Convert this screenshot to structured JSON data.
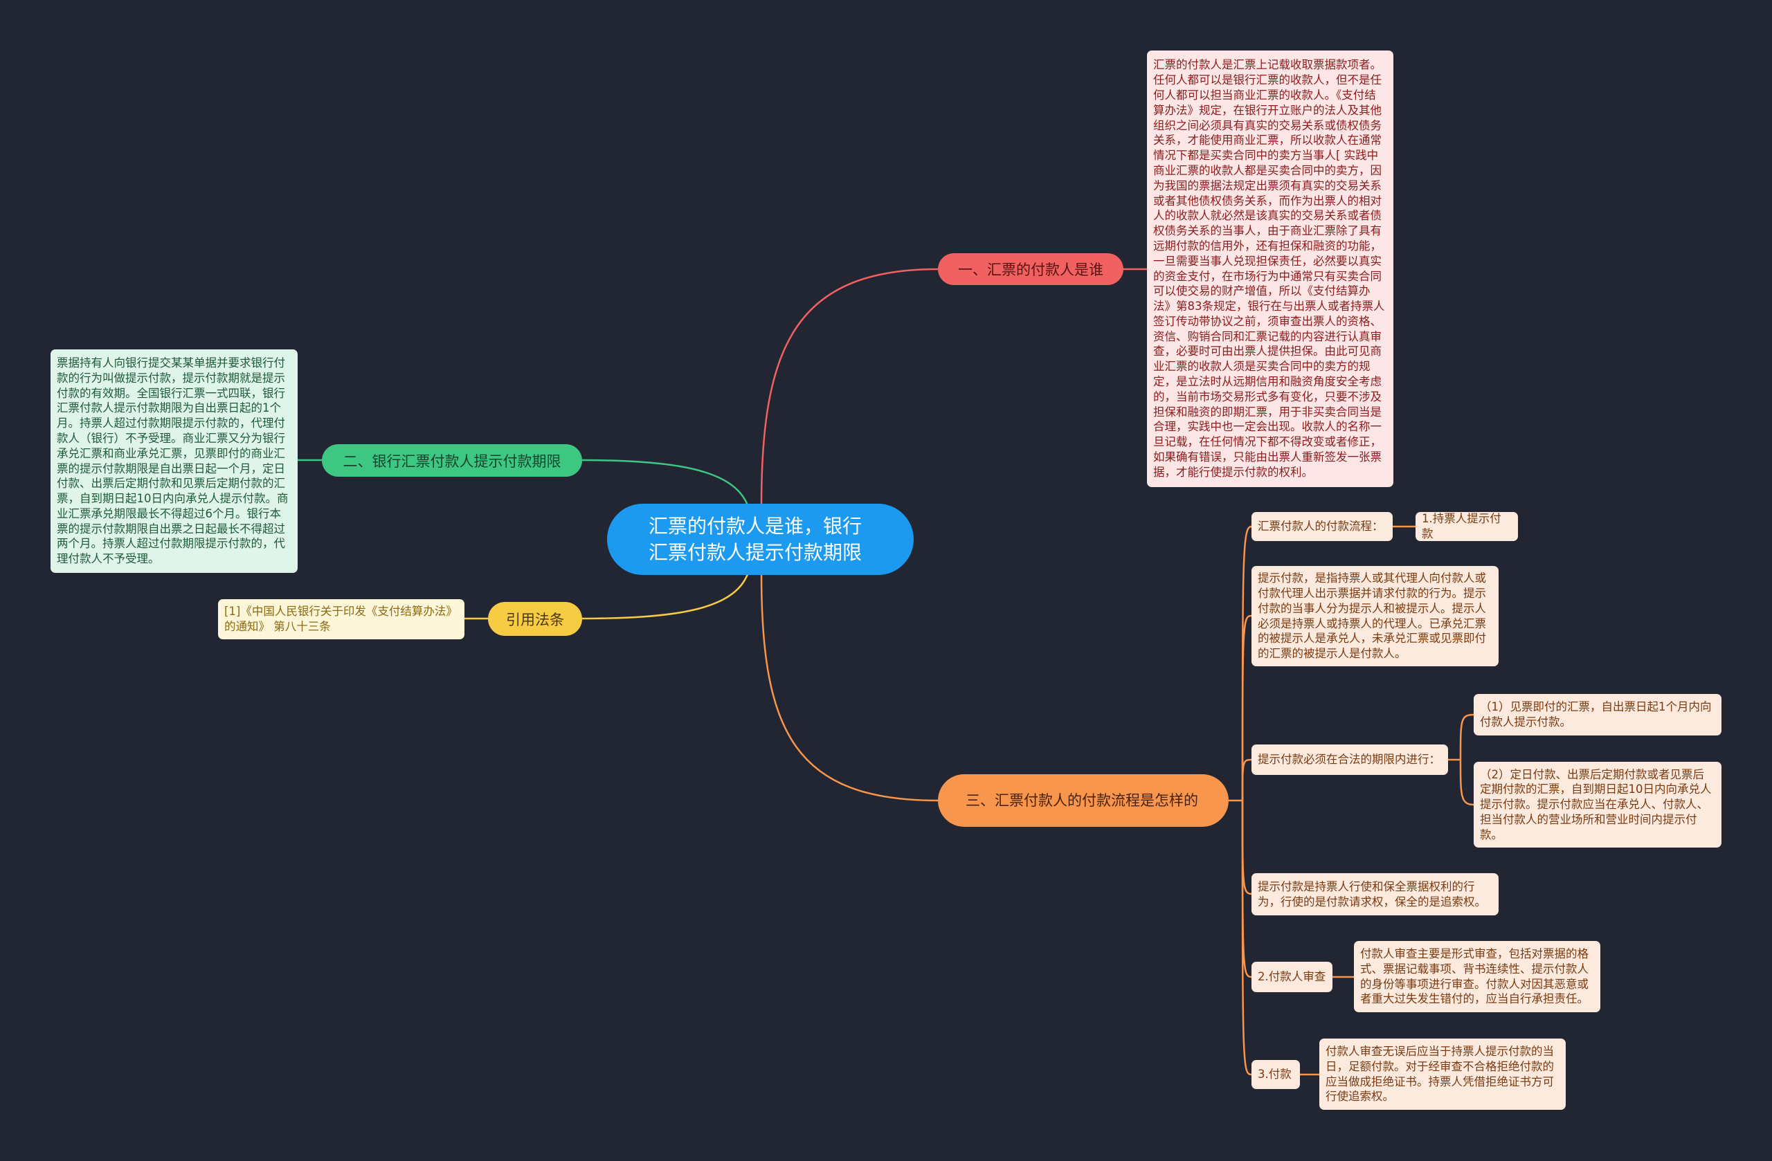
{
  "root": {
    "title": "汇票的付款人是谁，银行汇票付款人提示付款期限"
  },
  "branches": {
    "one": {
      "label": "一、汇票的付款人是谁",
      "detail": "汇票的付款人是汇票上记载收取票据款项者。任何人都可以是银行汇票的收款人，但不是任何人都可以担当商业汇票的收款人。《支付结算办法》规定，在银行开立账户的法人及其他组织之间必须具有真实的交易关系或债权债务关系，才能使用商业汇票，所以收款人在通常情况下都是买卖合同中的卖方当事人[ 实践中商业汇票的收款人都是买卖合同中的卖方，因为我国的票据法规定出票须有真实的交易关系或者其他债权债务关系，而作为出票人的相对人的收款人就必然是该真实的交易关系或者债权债务关系的当事人，由于商业汇票除了具有远期付款的信用外，还有担保和融资的功能，一旦需要当事人兑现担保责任，必然要以真实的资金支付，在市场行为中通常只有买卖合同可以使交易的财产增值，所以《支付结算办法》第83条规定，银行在与出票人或者持票人签订传动带协议之前，须审查出票人的资格、资信、购销合同和汇票记载的内容进行认真审查，必要时可由出票人提供担保。由此可见商业汇票的收款人须是买卖合同中的卖方的规定，是立法时从远期信用和融资角度安全考虑的，当前市场交易形式多有变化，只要不涉及担保和融资的即期汇票，用于非买卖合同当是合理，实践中也一定会出现。收款人的名称一旦记载，在任何情况下都不得改变或者修正，如果确有错误，只能由出票人重新签发一张票据，才能行使提示付款的权利。"
    },
    "two": {
      "label": "二、银行汇票付款人提示付款期限",
      "detail": "票据持有人向银行提交某某单据并要求银行付款的行为叫做提示付款，提示付款期就是提示付款的有效期。全国银行汇票一式四联，银行汇票付款人提示付款期限为自出票日起的1个月。持票人超过付款期限提示付款的，代理付款人（银行）不予受理。商业汇票又分为银行承兑汇票和商业承兑汇票，见票即付的商业汇票的提示付款期限是自出票日起一个月，定日付款、出票后定期付款和见票后定期付款的汇票，自到期日起10日内向承兑人提示付款。商业汇票承兑期限最长不得超过6个月。银行本票的提示付款期限自出票之日起最长不得超过两个月。持票人超过付款期限提示付款的，代理付款人不予受理。"
    },
    "citation": {
      "label": "引用法条",
      "detail": "[1]《中国人民银行关于印发《支付结算办法》的通知》 第八十三条"
    },
    "three": {
      "label": "三、汇票付款人的付款流程是怎样的",
      "flow_label": "汇票付款人的付款流程：",
      "step1": "1.持票人提示付款",
      "definition": "提示付款，是指持票人或其代理人向付款人或付款代理人出示票据并请求付款的行为。提示付款的当事人分为提示人和被提示人。提示人必须是持票人或持票人的代理人。已承兑汇票的被提示人是承兑人，未承兑汇票或见票即付的汇票的被提示人是付款人。",
      "period_label": "提示付款必须在合法的期限内进行：",
      "period_1": "（1）见票即付的汇票，自出票日起1个月内向付款人提示付款。",
      "period_2": "（2）定日付款、出票后定期付款或者见票后定期付款的汇票，自到期日起10日内向承兑人提示付款。提示付款应当在承兑人、付款人、担当付款人的营业场所和营业时间内提示付款。",
      "rights": "提示付款是持票人行使和保全票据权利的行为，行使的是付款请求权，保全的是追索权。",
      "step2": "2.付款人审查",
      "step2_detail": "付款人审查主要是形式审查，包括对票据的格式、票据记载事项、背书连续性、提示付款人的身份等事项进行审查。付款人对因其恶意或者重大过失发生错付的，应当自行承担责任。",
      "step3": "3.付款",
      "step3_detail": "付款人审查无误后应当于持票人提示付款的当日，足额付款。对于经审查不合格拒绝付款的应当做成拒绝证书。持票人凭借拒绝证书方可行使追索权。"
    }
  },
  "colors": {
    "background": "#222532",
    "root": "#1b9af0",
    "red": "#f26161",
    "green": "#3ec683",
    "yellow": "#f7cc45",
    "orange": "#f7964c"
  }
}
